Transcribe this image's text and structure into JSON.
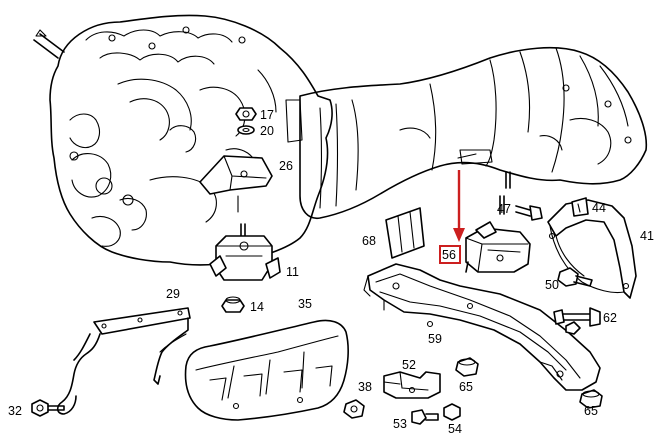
{
  "diagram": {
    "highlight_color": "#cc1f1f",
    "highlighted_part": "56",
    "labels": [
      "17",
      "20",
      "26",
      "11",
      "14",
      "29",
      "35",
      "32",
      "38",
      "52",
      "53",
      "54",
      "65",
      "68",
      "56",
      "47",
      "44",
      "41",
      "50",
      "59",
      "62"
    ]
  }
}
